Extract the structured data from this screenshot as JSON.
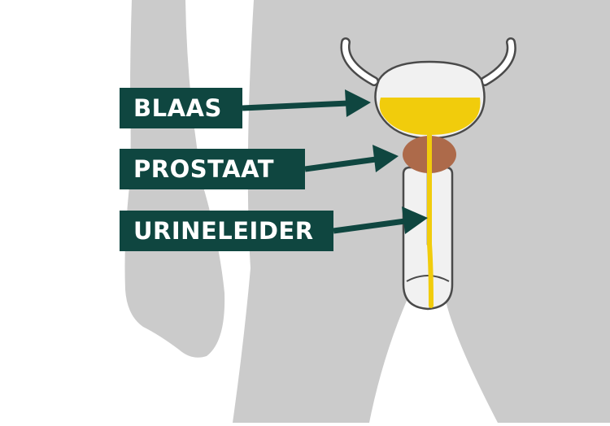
{
  "labels": {
    "bladder": "BLAAS",
    "prostate": "PROSTAAT",
    "urethra": "URINELEIDER"
  },
  "colors": {
    "background": "#ffffff",
    "body_silhouette": "#cbcbcb",
    "label_background": "#0f4640",
    "label_text": "#ffffff",
    "arrow": "#0f4640",
    "bladder_wall": "#f1f1f1",
    "urine": "#f1cc0c",
    "prostate": "#ad6a4a",
    "organ_outline": "#4a4a4a"
  }
}
